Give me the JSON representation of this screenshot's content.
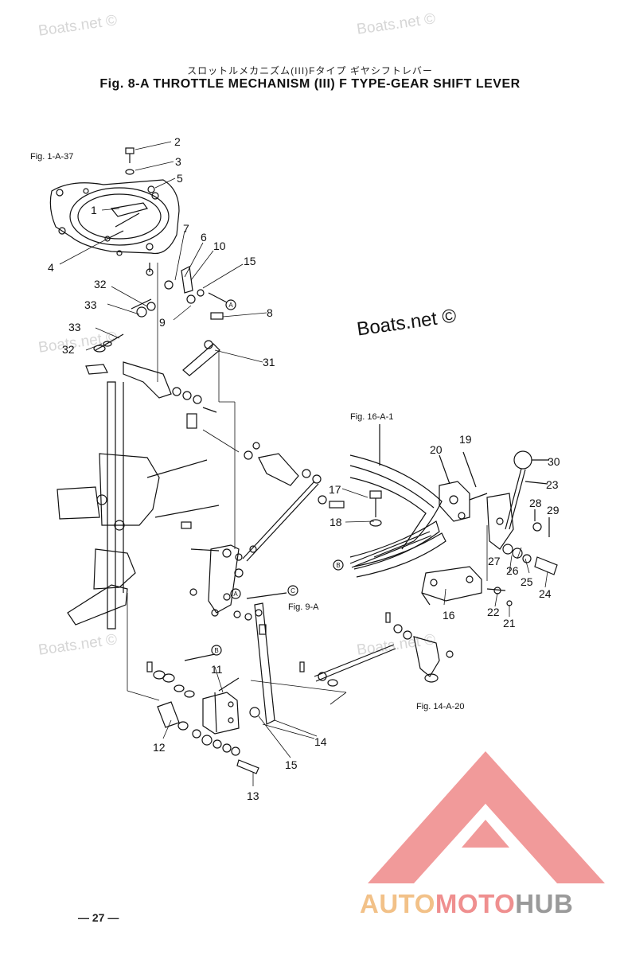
{
  "header": {
    "title_jp": "スロットルメカニズム(III)Fタイプ ギヤシフトレバー",
    "title_en": "Fig. 8-A    THROTTLE MECHANISM (III) F TYPE-GEAR SHIFT LEVER"
  },
  "watermarks": {
    "small": "Boats.net ©",
    "large": "Boats.net ©"
  },
  "refs": {
    "r1": "Fig. 1-A-37",
    "r2": "Fig. 16-A-1",
    "r3": "Fig. 9-A",
    "r4": "Fig. 14-A-20"
  },
  "parts": {
    "p1": "1",
    "p2": "2",
    "p3": "3",
    "p4": "4",
    "p5": "5",
    "p6": "6",
    "p7": "7",
    "p8": "8",
    "p9": "9",
    "p10": "10",
    "p11": "11",
    "p12": "12",
    "p13": "13",
    "p14": "14",
    "p15a": "15",
    "p15b": "15",
    "p16": "16",
    "p17": "17",
    "p18": "18",
    "p19": "19",
    "p20": "20",
    "p21": "21",
    "p22": "22",
    "p23": "23",
    "p24": "24",
    "p25": "25",
    "p26": "26",
    "p27": "27",
    "p28": "28",
    "p29": "29",
    "p30": "30",
    "p31": "31",
    "p32a": "32",
    "p32b": "32",
    "p33a": "33",
    "p33b": "33"
  },
  "markers": {
    "A": "A",
    "B": "B",
    "C": "C"
  },
  "page_number": "— 27 —",
  "brand": {
    "part1": "AUTO",
    "part2": "MOTO",
    "part3": "HUB",
    "colors": {
      "part1": "#f2c188",
      "part2": "#ef8f8f",
      "part3": "#9a9a9a",
      "triangle": "#ef8f8f"
    }
  }
}
